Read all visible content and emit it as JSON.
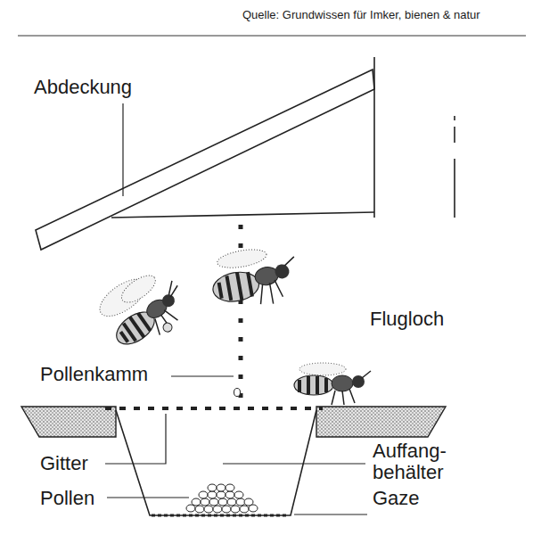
{
  "diagram": {
    "labels": [
      "Quelle: Grundwissen für Imker, bienen & natur",
      "Abdeckung",
      "Flugloch",
      "Pollenkamm",
      "Gitter",
      "Auffang- behälter",
      "Pollen",
      "Gaze"
    ]
  }
}
